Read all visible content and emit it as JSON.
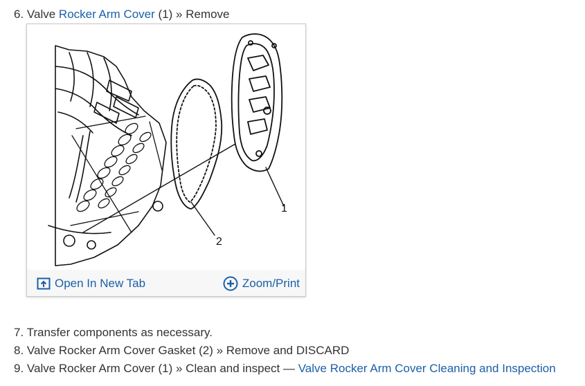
{
  "steps": [
    {
      "number": "6.",
      "prefix": "Valve",
      "link": "Rocker Arm Cover",
      "suffix": "(1) » Remove"
    },
    {
      "number": "7.",
      "text": "Transfer components as necessary."
    },
    {
      "number": "8.",
      "text": "Valve Rocker Arm Cover Gasket (2) » Remove and DISCARD"
    },
    {
      "number": "9.",
      "text": "Valve Rocker Arm Cover (1) » Clean and inspect —",
      "link": "Valve Rocker Arm Cover Cleaning and Inspection"
    }
  ],
  "figure": {
    "callouts": [
      "1",
      "2"
    ],
    "open_tab_label": "Open In New Tab",
    "zoom_label": "Zoom/Print",
    "colors": {
      "link": "#1a5fa8",
      "footer_bg": "#f7f7f7"
    }
  }
}
